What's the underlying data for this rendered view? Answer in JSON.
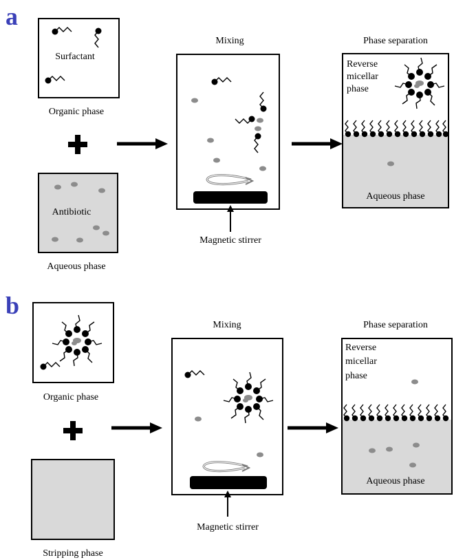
{
  "panel_a": {
    "letter": "a",
    "organic_box_label": "Surfactant",
    "organic_caption": "Organic phase",
    "aqueous_box_label": "Antibiotic",
    "aqueous_caption": "Aqueous phase",
    "mixing_title": "Mixing",
    "stirrer_caption": "Magnetic stirrer",
    "separation_title": "Phase separation",
    "reverse_label_lines": [
      "Reverse",
      "micellar",
      "phase"
    ],
    "aqueous_layer_label": "Aqueous phase"
  },
  "panel_b": {
    "letter": "b",
    "organic_caption": "Organic phase",
    "stripping_caption": "Stripping phase",
    "mixing_title": "Mixing",
    "stirrer_caption": "Magnetic stirrer",
    "separation_title": "Phase separation",
    "reverse_label_lines": [
      "Reverse",
      "micellar",
      "phase"
    ],
    "aqueous_layer_label": "Aqueous phase"
  },
  "colors": {
    "panel_letter": "#3a40b8",
    "aqueous_fill": "#d9d9d9",
    "drug_molecule": "#8c8c8c",
    "surfactant": "#000000"
  },
  "icons": [
    "plus-icon",
    "right-arrow-icon",
    "surfactant-molecule-icon",
    "reverse-micelle-icon",
    "stir-bar-icon",
    "up-arrow-icon",
    "stirring-motion-icon"
  ]
}
